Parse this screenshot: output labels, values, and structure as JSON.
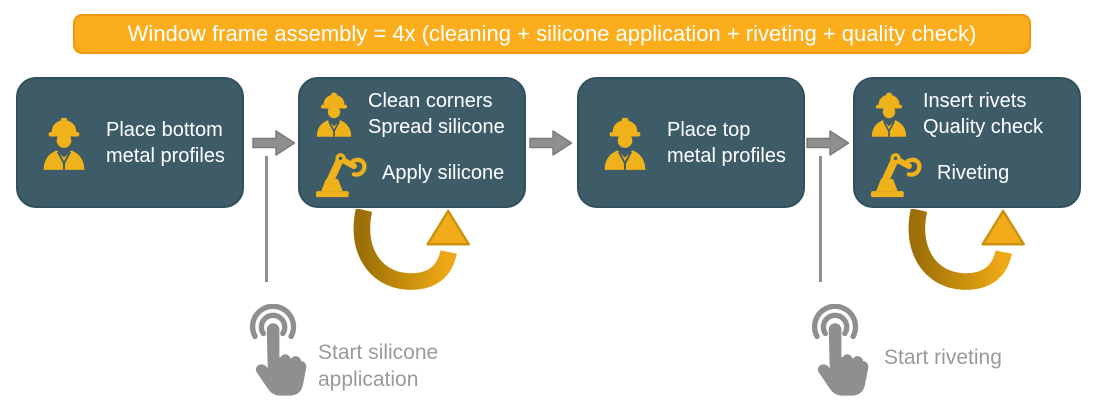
{
  "banner": {
    "text": "Window frame assembly = 4x (cleaning + silicone application + riveting + quality check)"
  },
  "steps": [
    {
      "name": "place-bottom-metal-profiles",
      "line1": "Place bottom",
      "line2": "metal profiles"
    },
    {
      "name": "clean-and-apply-silicone",
      "worker_line1": "Clean corners",
      "worker_line2": "Spread silicone",
      "robot_label": "Apply silicone"
    },
    {
      "name": "place-top-metal-profiles",
      "line1": "Place top",
      "line2": "metal profiles"
    },
    {
      "name": "rivets-and-quality-check",
      "worker_line1": "Insert rivets",
      "worker_line2": "Quality check",
      "robot_label": "Riveting"
    }
  ],
  "tap_actions": [
    {
      "name": "start-silicone-application",
      "line1": "Start silicone",
      "line2": "application"
    },
    {
      "name": "start-riveting",
      "line1": "Start riveting"
    }
  ],
  "icons": {
    "worker": "construction-worker-icon",
    "robot": "robot-arm-icon",
    "flow": "right-arrow-icon",
    "loop": "loop-back-arrow-icon",
    "tap": "tap-hand-icon"
  },
  "colors": {
    "banner_bg": "#FBAD1B",
    "banner_border": "#F0990F",
    "box_bg": "#3E5B68",
    "box_border": "#31505D",
    "icon_gold": "#F0B21A",
    "loop_dark": "#9C6F08",
    "loop_light": "#EFA918",
    "gray": "#8F8F8F",
    "label_gray": "#9A9A9A",
    "text_white": "#FFFFFF"
  }
}
